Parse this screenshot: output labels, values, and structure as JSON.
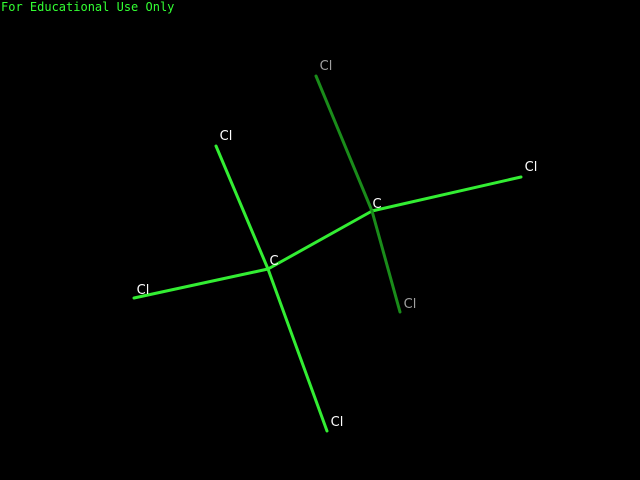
{
  "watermark": "For Educational Use Only",
  "colors": {
    "background": "#000000",
    "front_bond": "#33ee33",
    "back_bond": "#1a8c1a",
    "front_label": "#ffffff",
    "back_label": "#a0a0a0"
  },
  "molecule": {
    "atoms": [
      {
        "id": "c1",
        "symbol": "C",
        "depth": "front"
      },
      {
        "id": "c2",
        "symbol": "C",
        "depth": "front"
      },
      {
        "id": "cl1",
        "symbol": "Cl",
        "depth": "front"
      },
      {
        "id": "cl2",
        "symbol": "Cl",
        "depth": "front"
      },
      {
        "id": "cl3",
        "symbol": "Cl",
        "depth": "front"
      },
      {
        "id": "cl4",
        "symbol": "Cl",
        "depth": "back"
      },
      {
        "id": "cl5",
        "symbol": "Cl",
        "depth": "front"
      },
      {
        "id": "cl6",
        "symbol": "Cl",
        "depth": "back"
      }
    ],
    "bonds": [
      {
        "from": "c1",
        "to": "c2",
        "depth": "front"
      },
      {
        "from": "c1",
        "to": "cl1",
        "depth": "front"
      },
      {
        "from": "c1",
        "to": "cl2",
        "depth": "front"
      },
      {
        "from": "c1",
        "to": "cl3",
        "depth": "front"
      },
      {
        "from": "c2",
        "to": "cl4",
        "depth": "back"
      },
      {
        "from": "c2",
        "to": "cl5",
        "depth": "front"
      },
      {
        "from": "c2",
        "to": "cl6",
        "depth": "back"
      }
    ]
  }
}
